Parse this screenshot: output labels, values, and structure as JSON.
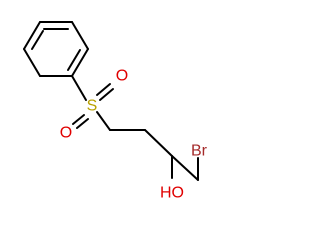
{
  "molecule": {
    "atoms": {
      "sulfur": {
        "symbol": "S",
        "color": "#b8a100"
      },
      "oxygen_1": {
        "symbol": "O",
        "color": "#e00000"
      },
      "oxygen_2": {
        "symbol": "O",
        "color": "#e00000"
      },
      "bromine": {
        "symbol": "Br",
        "color": "#a52a2a"
      },
      "hydroxyl": {
        "symbol": "HO",
        "color": "#e00000"
      }
    },
    "bond_color": "#000000",
    "background": "#ffffff"
  }
}
